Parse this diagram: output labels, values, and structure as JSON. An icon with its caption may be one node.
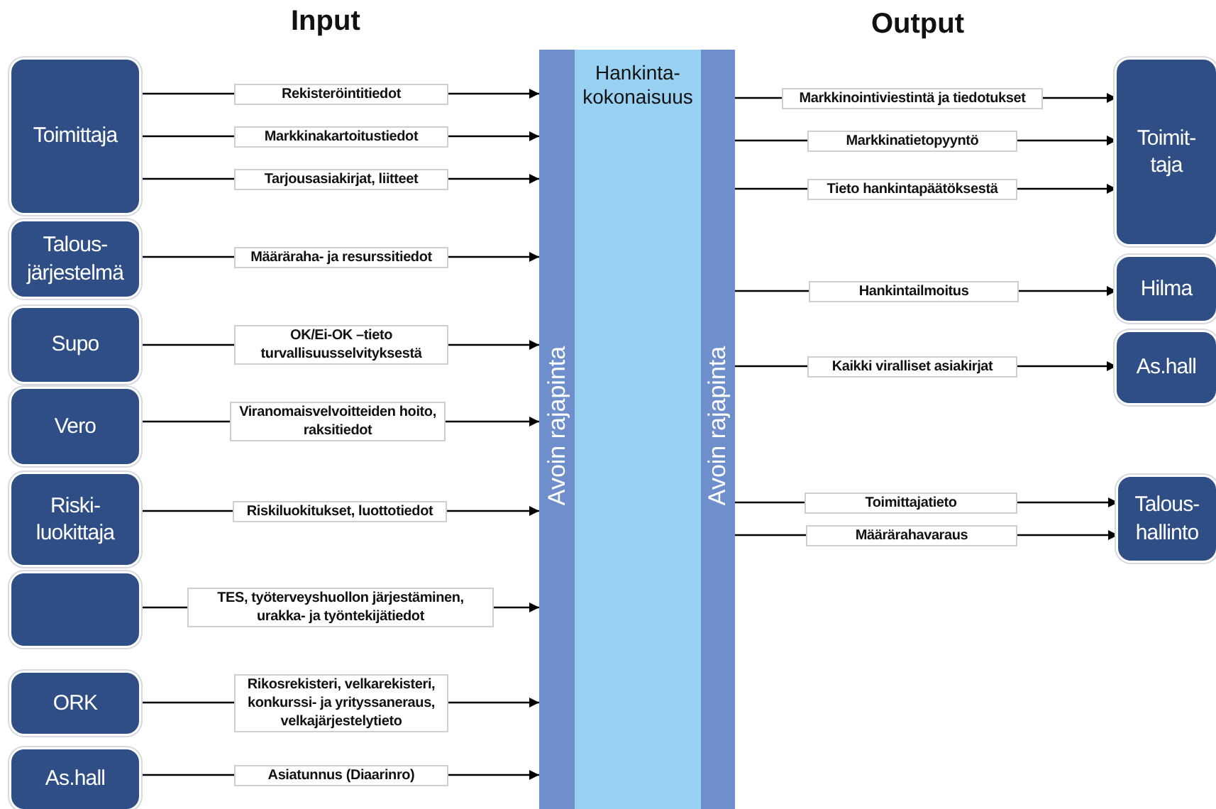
{
  "diagram": {
    "nodes": [
      {
        "text": [
          "Toimittaja"
        ]
      },
      {
        "text": [
          "Talous- järjestelmä"
        ]
      },
      {
        "text": [
          "Supo"
        ]
      },
      {
        "text": [
          "Vero"
        ]
      },
      {
        "text": [
          "Riski- luokittaja"
        ]
      },
      {
        "text": [],
        "shape": "box"
      },
      {
        "text": [
          "ORK"
        ]
      },
      {
        "text": [
          "As.hall"
        ]
      },
      {
        "text": [
          "Avoin rajapinta"
        ]
      },
      {
        "text": [
          "Hankinta- kokonaisuus"
        ]
      },
      {
        "text": [
          "Avoin rajapinta"
        ]
      },
      {
        "text": [
          "Toimit- taja"
        ]
      },
      {
        "text": [
          "Hilma"
        ]
      },
      {
        "text": [
          "As.hall"
        ]
      },
      {
        "text": [
          "Talous- hallinto"
        ]
      }
    ],
    "edges": [
      {
        "from": 0,
        "to": 8,
        "arrow": "to",
        "label": "Rekisteröintitiedot"
      },
      {
        "from": 0,
        "to": 8,
        "arrow": "to",
        "label": "Markkinakartoitustiedot"
      },
      {
        "from": 0,
        "to": 8,
        "arrow": "to",
        "label": "Tarjousasiakirjat, liitteet"
      },
      {
        "from": 1,
        "to": 8,
        "arrow": "to",
        "label": "Määräraha- ja resurssitiedot"
      },
      {
        "from": 2,
        "to": 8,
        "arrow": "to",
        "label": "OK/Ei-OK –tieto turvallisuusselvityksestä"
      },
      {
        "from": 3,
        "to": 8,
        "arrow": "to",
        "label": "Viranomaisvelvoitteiden hoito, raksitiedot"
      },
      {
        "from": 4,
        "to": 8,
        "arrow": "to",
        "label": "Riskiluokitukset, luottotiedot"
      },
      {
        "from": 5,
        "to": 8,
        "arrow": "to",
        "label": "TES, työterveyshuollon järjestäminen, urakka- ja työntekijätiedot"
      },
      {
        "from": 6,
        "to": 8,
        "arrow": "to",
        "label": "Rikosrekisteri, velkarekisteri, konkurssi- ja yrityssaneraus, velkajärjestelytieto"
      },
      {
        "from": 7,
        "to": 8,
        "arrow": "to",
        "label": "Asiatunnus (Diaarinro)"
      },
      {
        "from": 10,
        "to": 11,
        "arrow": "to",
        "label": "Markkinointiviestintä ja tiedotukset"
      },
      {
        "from": 10,
        "to": 11,
        "arrow": "to",
        "label": "Markkinatietopyyntö"
      },
      {
        "from": 10,
        "to": 11,
        "arrow": "to",
        "label": "Tieto hankintapäätöksestä"
      },
      {
        "from": 10,
        "to": 12,
        "arrow": "to",
        "label": "Hankintailmoitus"
      },
      {
        "from": 10,
        "to": 13,
        "arrow": "to",
        "label": "Kaikki viralliset asiakirjat"
      },
      {
        "from": 10,
        "to": 14,
        "arrow": "to",
        "label": "Toimittajatieto"
      },
      {
        "from": 10,
        "to": 14,
        "arrow": "to",
        "label": "Määrärahavaraus"
      }
    ],
    "labels": [
      "Input",
      "Output"
    ]
  }
}
